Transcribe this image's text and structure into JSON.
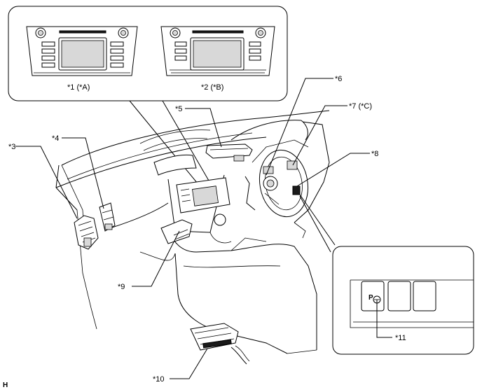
{
  "labels": {
    "c1": "*1 (*A)",
    "c2": "*2 (*B)",
    "c3": "*3",
    "c4": "*4",
    "c5": "*5",
    "c6": "*6",
    "c7": "*7 (*C)",
    "c8": "*8",
    "c9": "*9",
    "c10": "*10",
    "c11": "*11"
  },
  "figure_code": "H",
  "icons": {
    "parking_switch": "P-circle-icon"
  }
}
